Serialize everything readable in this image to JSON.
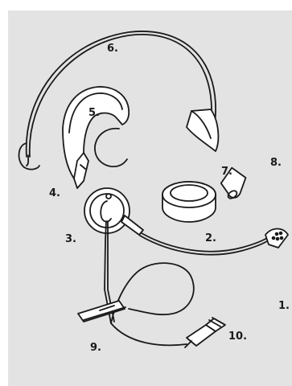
{
  "callouts": {
    "n1": "1.",
    "n2": "2.",
    "n3": "3.",
    "n4": "4.",
    "n5": "5.",
    "n6": "6.",
    "n7": "7.",
    "n8": "8.",
    "n9": "9.",
    "n10": "10."
  },
  "colors": {
    "background": "#e3e3e3",
    "line": "#1a1a1a",
    "part_fill": "#ffffff"
  }
}
